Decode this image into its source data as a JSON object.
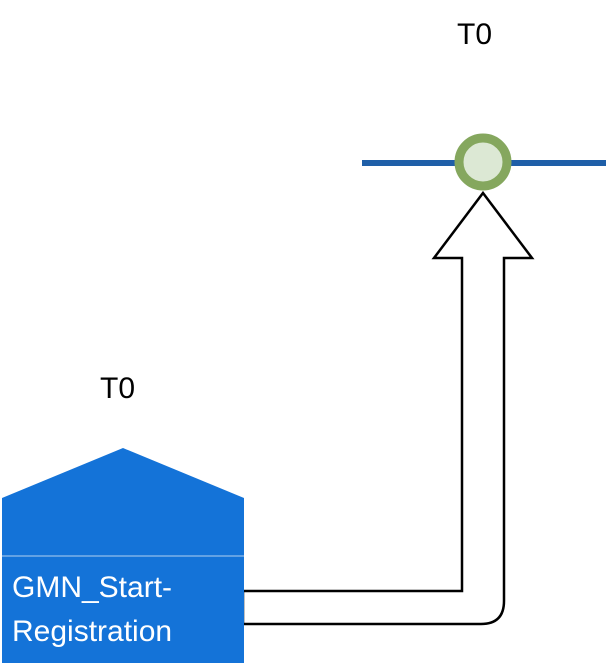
{
  "diagram": {
    "top_event": {
      "label": "T0"
    },
    "source_box": {
      "label": "T0",
      "line1": "GMN_Start-",
      "line2": "Registration"
    }
  },
  "colors": {
    "timeline_blue": "#1f5fa8",
    "circle_fill": "#dce8d4",
    "circle_stroke": "#85a75e",
    "box_blue": "#1473d8",
    "box_divider": "rgba(255,255,255,0.45)",
    "arrow_fill": "#ffffff",
    "arrow_stroke": "#000000",
    "label_color": "#000000",
    "box_text_color": "#ffffff"
  }
}
